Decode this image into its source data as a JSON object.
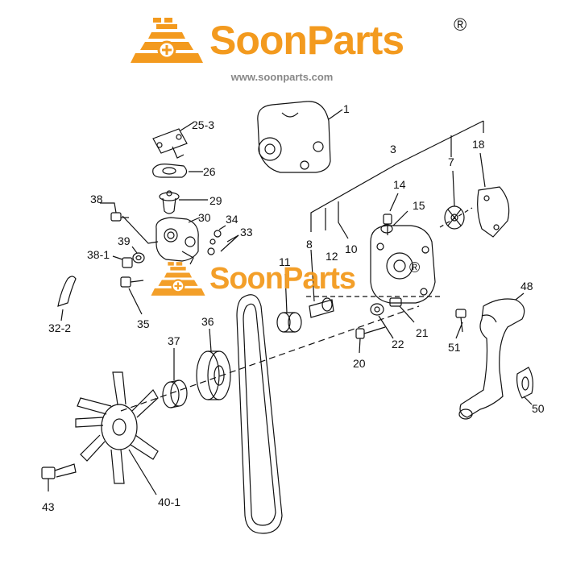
{
  "brand": {
    "name": "SoonParts",
    "registered_mark": "®",
    "url": "www.soonparts.com",
    "color": "#f39a1e"
  },
  "watermark": {
    "name": "SoonParts",
    "registered_mark": "®"
  },
  "callouts": {
    "c1": "1",
    "c3": "3",
    "c7": "7",
    "c18": "18",
    "c25_3": "25-3",
    "c26": "26",
    "c29": "29",
    "c38": "38",
    "c30": "30",
    "c34": "34",
    "c33": "33",
    "c39": "39",
    "c38_1": "38-1",
    "c14": "14",
    "c15": "15",
    "c8": "8",
    "c12": "12",
    "c10": "10",
    "c11": "11",
    "c32_2": "32-2",
    "c35": "35",
    "c48": "48",
    "c36": "36",
    "c22": "22",
    "c21": "21",
    "c51": "51",
    "c37": "37",
    "c20": "20",
    "c50": "50",
    "c43": "43",
    "c40_1": "40-1"
  }
}
